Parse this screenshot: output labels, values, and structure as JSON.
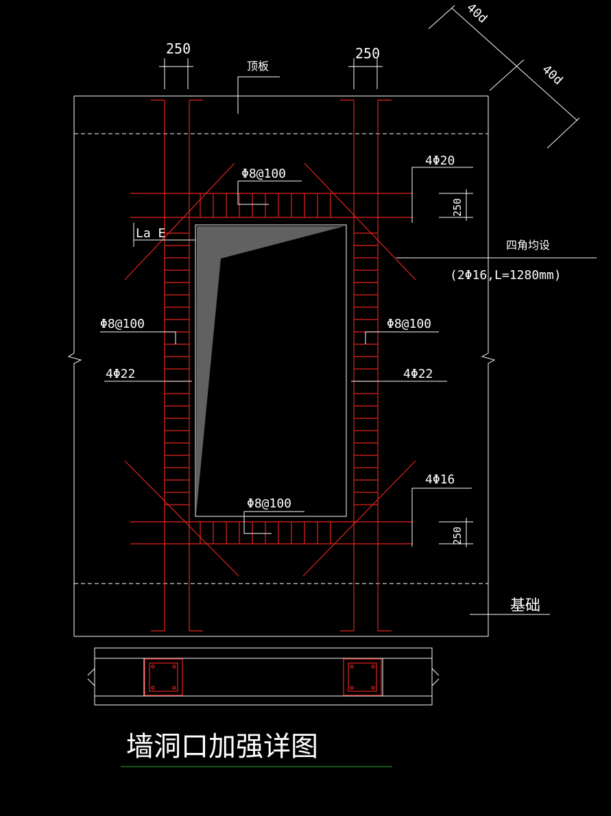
{
  "drawing": {
    "title": "墙洞口加强详图",
    "labels": {
      "dim_left_width": "250",
      "dim_right_width": "250",
      "dim_40d_a": "40d",
      "dim_40d_b": "40d",
      "top_slab": "顶板",
      "top_stirrup": "Φ8@100",
      "top_bars": "4Φ20",
      "top_spacing": "250",
      "lae": "La E",
      "corner_note": "四角均设",
      "corner_spec": "(2Φ16,L=1280mm)",
      "left_stirrup": "Φ8@100",
      "right_stirrup": "Φ8@100",
      "left_bars": "4Φ22",
      "right_bars": "4Φ22",
      "bottom_bars": "4Φ16",
      "bottom_stirrup": "Φ8@100",
      "bottom_spacing": "250",
      "foundation": "基础"
    },
    "colors": {
      "background": "#000000",
      "lines": "#ffffff",
      "rebar": "#e8231e",
      "underline": "#2fae2f"
    }
  }
}
